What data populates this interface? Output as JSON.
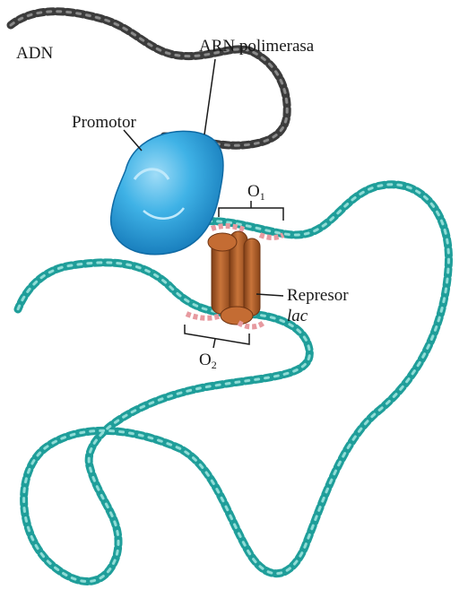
{
  "labels": {
    "dna": "ADN",
    "rna_polymerase": "ARN polimerasa",
    "promoter": "Promotor",
    "operator_1_main": "O",
    "operator_1_sub": "1",
    "operator_2_main": "O",
    "operator_2_sub": "2",
    "repressor_line1": "Represor",
    "repressor_line2": "lac"
  },
  "colors": {
    "dna_dark": "#3c3c3c",
    "dna_teal": "#1f9e9a",
    "dna_teal_light": "#5fc7c2",
    "polymerase": "#2fa6e0",
    "polymerase_highlight": "#8fd6f5",
    "repressor": "#b8632a",
    "repressor_shadow": "#7d3d16",
    "operator_pink": "#e79aa0"
  }
}
